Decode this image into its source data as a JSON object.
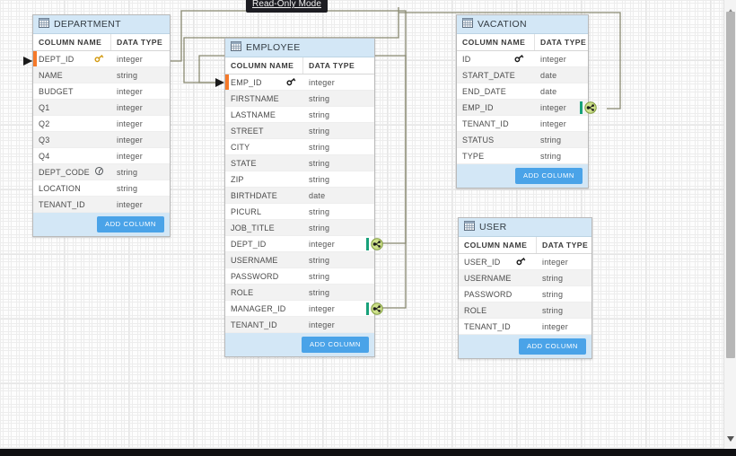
{
  "mode_badge": {
    "label": "Read-Only Mode"
  },
  "headers": {
    "column_name": "COLUMN NAME",
    "data_type": "DATA TYPE"
  },
  "buttons": {
    "add_column": "ADD COLUMN"
  },
  "colors": {
    "title_bar": "#d3e7f6",
    "add_column_button": "#4aa3e8",
    "primary_key_marker": "#f5792a",
    "foreign_key_handle": "#18a17a",
    "connector_line": "#8a8a72",
    "badge_background": "#1c1c22"
  },
  "entities": [
    {
      "name": "DEPARTMENT",
      "icon": "table-icon",
      "columns": [
        {
          "name": "DEPT_ID",
          "type": "integer",
          "icon": "key-icon",
          "pk": true
        },
        {
          "name": "NAME",
          "type": "string",
          "icon": "",
          "pk": false
        },
        {
          "name": "BUDGET",
          "type": "integer",
          "icon": "",
          "pk": false
        },
        {
          "name": "Q1",
          "type": "integer",
          "icon": "",
          "pk": false
        },
        {
          "name": "Q2",
          "type": "integer",
          "icon": "",
          "pk": false
        },
        {
          "name": "Q3",
          "type": "integer",
          "icon": "",
          "pk": false
        },
        {
          "name": "Q4",
          "type": "integer",
          "icon": "",
          "pk": false
        },
        {
          "name": "DEPT_CODE",
          "type": "string",
          "icon": "unique-index-icon",
          "pk": false
        },
        {
          "name": "LOCATION",
          "type": "string",
          "icon": "",
          "pk": false
        },
        {
          "name": "TENANT_ID",
          "type": "integer",
          "icon": "",
          "pk": false
        }
      ]
    },
    {
      "name": "EMPLOYEE",
      "icon": "table-icon",
      "columns": [
        {
          "name": "EMP_ID",
          "type": "integer",
          "icon": "key-icon",
          "pk": true
        },
        {
          "name": "FIRSTNAME",
          "type": "string",
          "icon": "",
          "pk": false
        },
        {
          "name": "LASTNAME",
          "type": "string",
          "icon": "",
          "pk": false
        },
        {
          "name": "STREET",
          "type": "string",
          "icon": "",
          "pk": false
        },
        {
          "name": "CITY",
          "type": "string",
          "icon": "",
          "pk": false
        },
        {
          "name": "STATE",
          "type": "string",
          "icon": "",
          "pk": false
        },
        {
          "name": "ZIP",
          "type": "string",
          "icon": "",
          "pk": false
        },
        {
          "name": "BIRTHDATE",
          "type": "date",
          "icon": "",
          "pk": false
        },
        {
          "name": "PICURL",
          "type": "string",
          "icon": "",
          "pk": false
        },
        {
          "name": "JOB_TITLE",
          "type": "string",
          "icon": "",
          "pk": false
        },
        {
          "name": "DEPT_ID",
          "type": "integer",
          "icon": "",
          "pk": false,
          "fk": true
        },
        {
          "name": "USERNAME",
          "type": "string",
          "icon": "",
          "pk": false
        },
        {
          "name": "PASSWORD",
          "type": "string",
          "icon": "",
          "pk": false
        },
        {
          "name": "ROLE",
          "type": "string",
          "icon": "",
          "pk": false
        },
        {
          "name": "MANAGER_ID",
          "type": "integer",
          "icon": "",
          "pk": false,
          "fk": true
        },
        {
          "name": "TENANT_ID",
          "type": "integer",
          "icon": "",
          "pk": false
        }
      ]
    },
    {
      "name": "VACATION",
      "icon": "table-icon",
      "columns": [
        {
          "name": "ID",
          "type": "integer",
          "icon": "key-icon",
          "pk": false
        },
        {
          "name": "START_DATE",
          "type": "date",
          "icon": "",
          "pk": false
        },
        {
          "name": "END_DATE",
          "type": "date",
          "icon": "",
          "pk": false
        },
        {
          "name": "EMP_ID",
          "type": "integer",
          "icon": "",
          "pk": false,
          "fk": true
        },
        {
          "name": "TENANT_ID",
          "type": "integer",
          "icon": "",
          "pk": false
        },
        {
          "name": "STATUS",
          "type": "string",
          "icon": "",
          "pk": false
        },
        {
          "name": "TYPE",
          "type": "string",
          "icon": "",
          "pk": false
        }
      ]
    },
    {
      "name": "USER",
      "icon": "table-icon",
      "columns": [
        {
          "name": "USER_ID",
          "type": "integer",
          "icon": "key-icon",
          "pk": false
        },
        {
          "name": "USERNAME",
          "type": "string",
          "icon": "",
          "pk": false
        },
        {
          "name": "PASSWORD",
          "type": "string",
          "icon": "",
          "pk": false
        },
        {
          "name": "ROLE",
          "type": "string",
          "icon": "",
          "pk": false
        },
        {
          "name": "TENANT_ID",
          "type": "integer",
          "icon": "",
          "pk": false
        }
      ]
    }
  ],
  "relationships": [
    {
      "from": "EMPLOYEE.DEPT_ID",
      "to": "DEPARTMENT.DEPT_ID"
    },
    {
      "from": "EMPLOYEE.MANAGER_ID",
      "to": "EMPLOYEE.EMP_ID"
    },
    {
      "from": "VACATION.EMP_ID",
      "to": "EMPLOYEE.EMP_ID"
    }
  ]
}
